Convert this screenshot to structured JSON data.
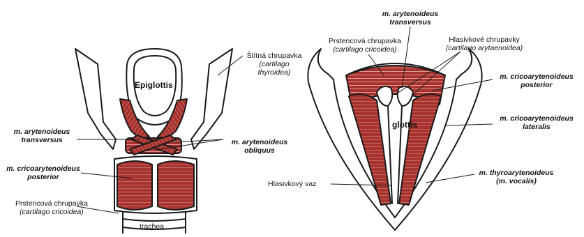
{
  "labels": {
    "epiglottis": "Epiglottis",
    "glottis": "glottis",
    "trachea": "trachea",
    "thyroid": {
      "name": "Štítná chrupavka",
      "latin_1": "(cartilago",
      "latin_2": "thyroidea)"
    },
    "arytenoideus_transversus_left": {
      "line1": "m. arytenoideus",
      "line2": "transversus"
    },
    "arytenoideus_obliquus": {
      "line1": "m. arytenoideus",
      "line2": "obliquus"
    },
    "cricoarytenoideus_posterior_left": {
      "line1": "m. cricoarytenoideus",
      "line2": "posterior"
    },
    "cricoid_left": {
      "name": "Prstencová chrupavka",
      "latin": "(cartilago cricoidea)"
    },
    "arytenoideus_transversus_right": {
      "line1": "m. arytenoideus",
      "line2": "transversus"
    },
    "cricoid_right": {
      "name": "Prstencová chrupavka",
      "latin": "(cartilago cricoidea)"
    },
    "arytenoid": {
      "name": "Hlasivkové chrupavky",
      "latin": "(cartilago arytaenoidea)"
    },
    "cricoarytenoideus_posterior_right": {
      "line1": "m. cricoarytenoideus",
      "line2": "posterior"
    },
    "cricoarytenoideus_lateralis": {
      "line1": "m. cricoarytenoideus",
      "line2": "lateralis"
    },
    "vocal_ligament": "Hlasivkový vaz",
    "thyroarytenoideus": {
      "line1": "m. thyroarytenoideus",
      "line2": "(m. vocalis)"
    }
  },
  "colors": {
    "muscle": "#a8322d",
    "muscle_dark": "#5e1613",
    "outline": "#1a1a1a",
    "fiber": "#e7a9a2"
  }
}
